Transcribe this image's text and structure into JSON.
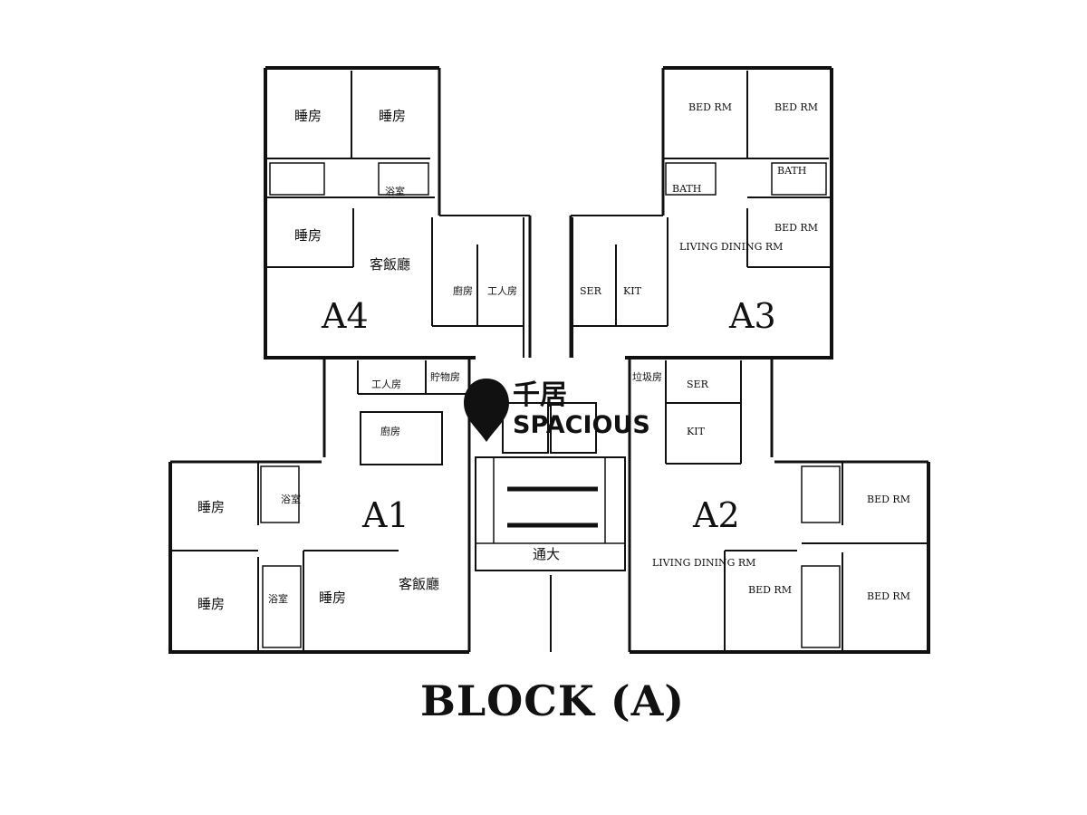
{
  "title": "BLOCK (A)",
  "logo": {
    "chinese": "千居",
    "english": "SPACIOUS",
    "mark": "S"
  },
  "units": {
    "a4": {
      "label": "A4",
      "bed1": "睡房",
      "bed2": "睡房",
      "bed3": "睡房",
      "bath": "浴室",
      "living": "客飯廳",
      "kitchen": "廚房",
      "store": "工人房"
    },
    "a3": {
      "label": "A3",
      "bed1": "BED RM",
      "bed2": "BED RM",
      "bed3": "BED RM",
      "bath1": "BATH",
      "bath2": "BATH",
      "living": "LIVING DINING RM",
      "servant": "SER",
      "kitchen": "KIT"
    },
    "a1": {
      "label": "A1",
      "bed1": "睡房",
      "bed2": "睡房",
      "bed3": "睡房",
      "bath1": "浴室",
      "bath2": "浴室",
      "living": "客飯廳",
      "kitchen": "廚房",
      "servant": "工人房",
      "store": "貯物房"
    },
    "a2": {
      "label": "A2",
      "bed1": "BED RM",
      "bed2": "BED RM",
      "bed3": "BED RM",
      "living": "LIVING DINING RM",
      "servant": "SER",
      "kitchen": "KIT",
      "store": "垃圾房"
    }
  },
  "core": {
    "lobby": "通大"
  },
  "colors": {
    "ink": "#111111",
    "background": "#ffffff"
  }
}
